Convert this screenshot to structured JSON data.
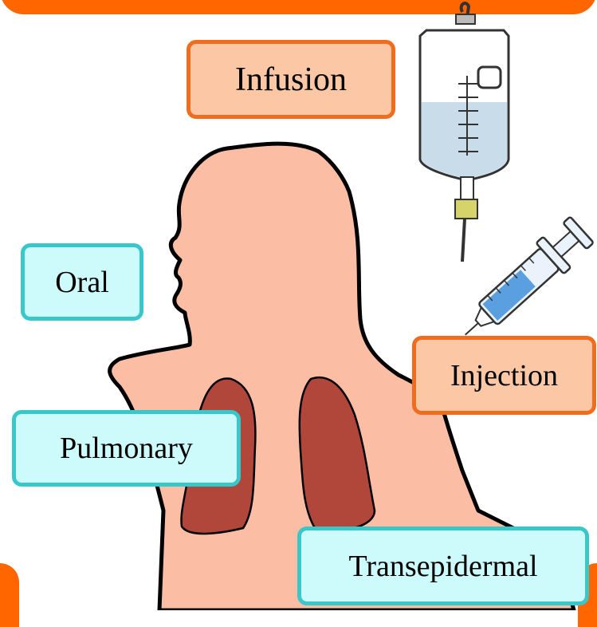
{
  "colors": {
    "frame": "#ff6600",
    "skin": "#fbbea5",
    "lungs": "#b1473a",
    "orange_fill": "#fcc7a5",
    "orange_border": "#ee6d1f",
    "cyan_fill": "#cdfbfb",
    "cyan_border": "#39c7c9"
  },
  "labels": {
    "infusion": "Infusion",
    "oral": "Oral",
    "injection": "Injection",
    "pulmonary": "Pulmonary",
    "transepidermal": "Transepidermal"
  },
  "icons": [
    "iv-bag-icon",
    "syringe-icon",
    "human-torso-icon",
    "lungs-icon"
  ]
}
